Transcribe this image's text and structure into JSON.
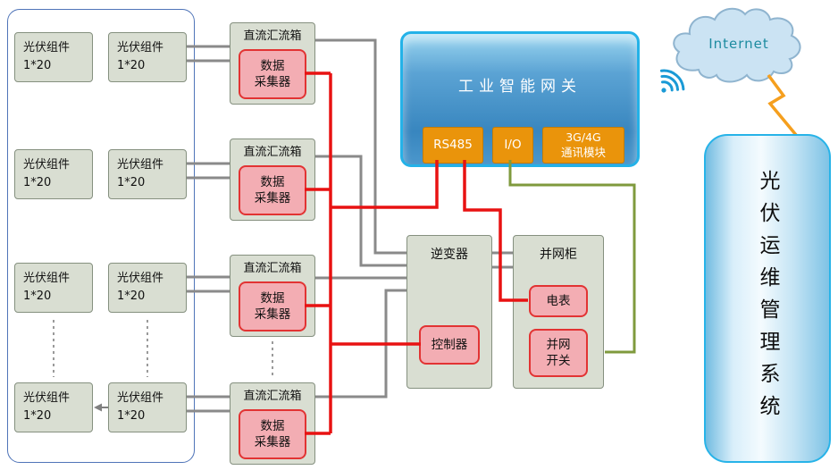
{
  "pv_array": {
    "modules": [
      {
        "label": "光伏组件\n1*20"
      },
      {
        "label": "光伏组件\n1*20"
      },
      {
        "label": "光伏组件\n1*20"
      },
      {
        "label": "光伏组件\n1*20"
      },
      {
        "label": "光伏组件\n1*20"
      },
      {
        "label": "光伏组件\n1*20"
      },
      {
        "label": "光伏组件\n1*20"
      },
      {
        "label": "光伏组件\n1*20"
      }
    ]
  },
  "combiners": [
    {
      "title": "直流汇流箱",
      "collector_label": "数据\n采集器"
    },
    {
      "title": "直流汇流箱",
      "collector_label": "数据\n采集器"
    },
    {
      "title": "直流汇流箱",
      "collector_label": "数据\n采集器"
    },
    {
      "title": "直流汇流箱",
      "collector_label": "数据\n采集器"
    }
  ],
  "gateway": {
    "title": "工业智能网关",
    "modules": [
      {
        "label": "RS485"
      },
      {
        "label": "I/O"
      },
      {
        "label": "3G/4G\n通讯模块"
      }
    ]
  },
  "inverter": {
    "title": "逆变器",
    "controller_label": "控制器"
  },
  "grid_cabinet": {
    "title": "并网柜",
    "meter_label": "电表",
    "switch_label": "并网\n开关"
  },
  "cloud": {
    "label": "Internet"
  },
  "management_system": {
    "label": "光伏运维管理系统"
  },
  "icons": {
    "wifi": "wifi-signal-icon",
    "cloud": "cloud-icon",
    "lightning": "lightning-bolt-icon"
  },
  "colors": {
    "power_wire": "#8a8a8a",
    "rs485_wire": "#e81212",
    "io_wire": "#7f9a3d",
    "gateway_border": "#24b2e8",
    "gateway_module_fill": "#ea940b",
    "collector_fill": "#f3adb3",
    "frame_border": "#4f74b8",
    "lightning": "#f59f1e"
  }
}
